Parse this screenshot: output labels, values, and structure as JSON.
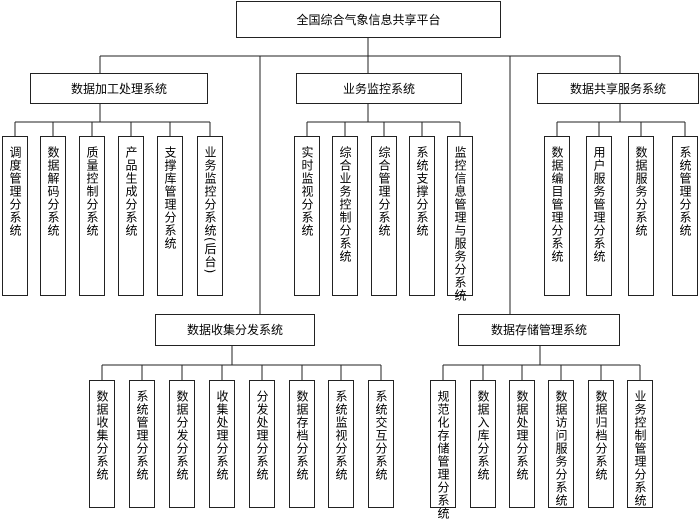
{
  "root": "全国综合气象信息共享平台",
  "groups": [
    {
      "title": "数据加工处理系统",
      "children": [
        "调度管理分系统",
        "数据解码分系统",
        "质量控制分系统",
        "产品生成分系统",
        "支撑库管理分系统",
        "业务监控分系统(后台)"
      ]
    },
    {
      "title": "业务监控系统",
      "children": [
        "实时监视分系统",
        "综合业务控制分系统",
        "综合管理分系统",
        "系统支撑分系统",
        "监控信息管理与服务分系统"
      ]
    },
    {
      "title": "数据共享服务系统",
      "children": [
        "数据编目管理分系统",
        "用户服务管理分系统",
        "数据服务分系统",
        "系统管理分系统"
      ]
    },
    {
      "title": "数据收集分发系统",
      "children": [
        "数据收集分系统",
        "系统管理分系统",
        "数据分发分系统",
        "收集处理分系统",
        "分发处理分系统",
        "数据存档分系统",
        "系统监视分系统",
        "系统交互分系统"
      ]
    },
    {
      "title": "数据存储管理系统",
      "children": [
        "规范化存储管理分系统",
        "数据入库分系统",
        "数据处理分系统",
        "数据访问服务分系统",
        "数据归档分系统",
        "业务控制管理分系统"
      ]
    }
  ]
}
